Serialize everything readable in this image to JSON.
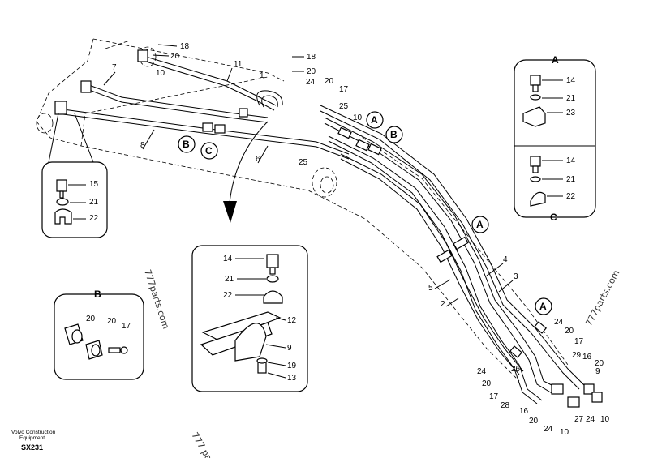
{
  "diagram": {
    "callouts": {
      "c18a": "18",
      "c20a": "20",
      "c10a": "10",
      "c7": "7",
      "c11": "11",
      "c18b": "18",
      "c20b": "20",
      "c1": "1",
      "c24a": "24",
      "c20c": "20",
      "c17a": "17",
      "c25a": "25",
      "c10b": "10",
      "c8": "8",
      "c6": "6",
      "c25b": "25",
      "c4": "4",
      "c3": "3",
      "c5": "5",
      "c2": "2",
      "c24b": "24",
      "c20d": "20",
      "c17b": "17",
      "c29": "29",
      "c16a": "16",
      "c20e": "20",
      "c24c": "24",
      "c20f": "20",
      "c26": "26",
      "c17c": "17",
      "c28": "28",
      "c16b": "16",
      "c20g": "20",
      "c24d": "24",
      "c10c": "10",
      "c27": "27",
      "c24e": "24",
      "c10d": "10",
      "c9r": "9"
    },
    "view_letters": {
      "a1": "A",
      "a2": "A",
      "a3": "A",
      "b1": "B",
      "c1": "C"
    },
    "inset_left": {
      "c15": "15",
      "c21": "21",
      "c22": "22"
    },
    "inset_center": {
      "c14": "14",
      "c21": "21",
      "c22": "22",
      "c12": "12",
      "c9": "9",
      "c19": "19",
      "c13": "13"
    },
    "inset_b": {
      "title": "B",
      "c20a": "20",
      "c20b": "20",
      "c17": "17"
    },
    "inset_ac": {
      "title_a": "A",
      "title_c": "C",
      "a14": "14",
      "a21": "21",
      "a23": "23",
      "c14": "14",
      "c21": "21",
      "c22": "22"
    },
    "watermarks": [
      "777parts.com",
      "777parts.com",
      "777 pa"
    ],
    "footer": {
      "line1": "Volvo Construction",
      "line2": "Equipment",
      "code": "SX231"
    }
  },
  "colors": {
    "line": "#000000",
    "background": "#ffffff"
  }
}
